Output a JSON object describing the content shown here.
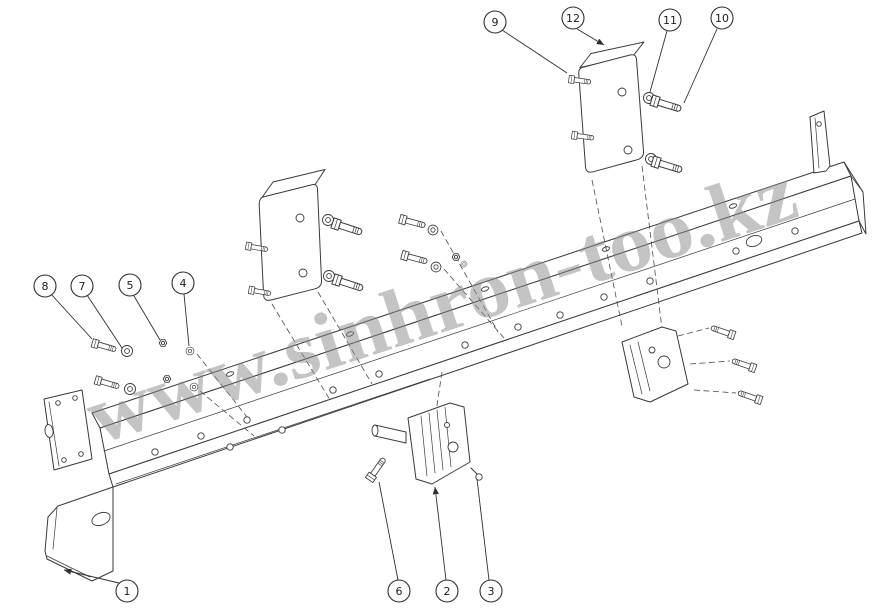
{
  "diagram": {
    "watermark": "www.sinhron-too.kz",
    "watermark_color": "#8a8a8a",
    "line_color": "#3a3a3a",
    "background_color": "#ffffff",
    "callouts": {
      "c1": {
        "label": "1"
      },
      "c2": {
        "label": "2"
      },
      "c3": {
        "label": "3"
      },
      "c4": {
        "label": "4"
      },
      "c5": {
        "label": "5"
      },
      "c6": {
        "label": "6"
      },
      "c7": {
        "label": "7"
      },
      "c8": {
        "label": "8"
      },
      "c9": {
        "label": "9"
      },
      "c10": {
        "label": "10"
      },
      "c11": {
        "label": "11"
      },
      "c12": {
        "label": "12"
      }
    }
  }
}
